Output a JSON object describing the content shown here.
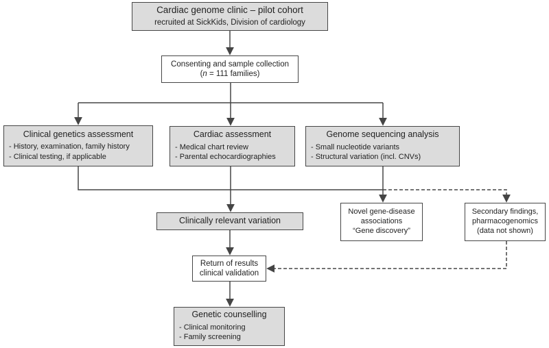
{
  "diagram": {
    "top": {
      "title": "Cardiac genome clinic – pilot cohort",
      "subtitle": "recruited at SickKids, Division of cardiology"
    },
    "consent": {
      "line1": "Consenting and sample collection",
      "line2_pre": "(",
      "line2_italic": "n",
      "line2_rest": " = 111 families)"
    },
    "clinical_genetics": {
      "title": "Clinical genetics assessment",
      "bullets": [
        "- History, examination, family history",
        "- Clinical testing, if applicable"
      ]
    },
    "cardiac": {
      "title": "Cardiac assessment",
      "bullets": [
        "- Medical chart review",
        "- Parental echocardiographies"
      ]
    },
    "genome": {
      "title": "Genome sequencing analysis",
      "bullets": [
        "- Small nucleotide variants",
        "- Structural variation (incl. CNVs)"
      ]
    },
    "clinically_relevant": {
      "title": "Clinically relevant variation"
    },
    "novel": {
      "line1": "Novel gene-disease",
      "line2": "associations",
      "line3": "“Gene discovery”"
    },
    "secondary": {
      "line1": "Secondary findings,",
      "line2": "pharmacogenomics",
      "line3": "(data not shown)"
    },
    "return_results": {
      "line1": "Return of results",
      "line2": "clinical validation"
    },
    "counselling": {
      "title": "Genetic counselling",
      "bullets": [
        "- Clinical monitoring",
        "- Family screening"
      ]
    },
    "colors": {
      "node_fill_gray": "#dcdcdc",
      "node_fill_white": "#ffffff",
      "node_border": "#454545",
      "connector_line": "#454545",
      "background": "#ffffff"
    }
  }
}
